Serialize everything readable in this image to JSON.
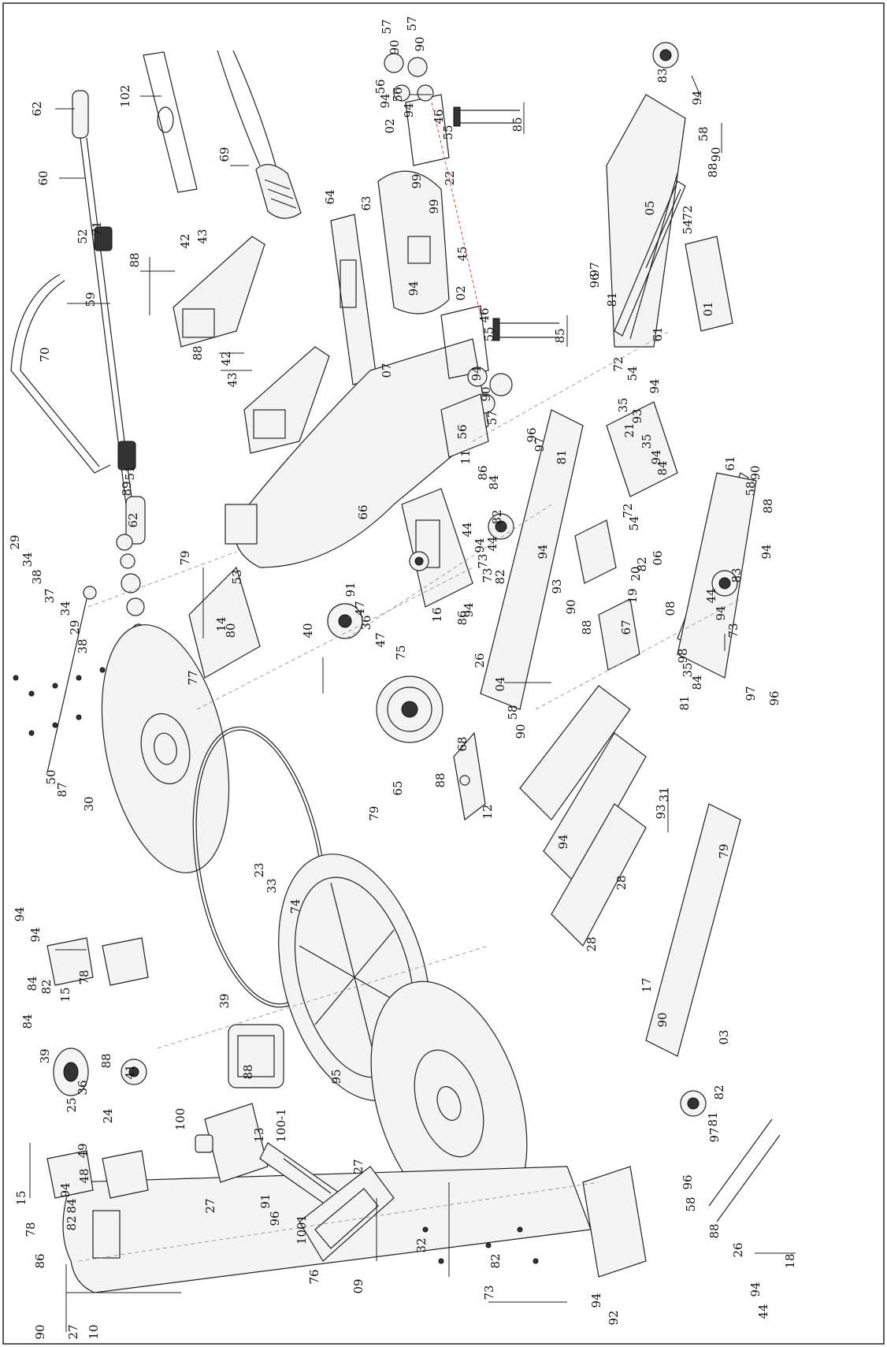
{
  "diagram": {
    "type": "exploded-parts-diagram",
    "labels": [
      {
        "text": "62"
      },
      {
        "text": "102"
      },
      {
        "text": "69"
      },
      {
        "text": "60"
      },
      {
        "text": "52"
      },
      {
        "text": "71"
      },
      {
        "text": "59"
      },
      {
        "text": "88"
      },
      {
        "text": "42"
      },
      {
        "text": "43"
      },
      {
        "text": "88"
      },
      {
        "text": "42"
      },
      {
        "text": "43"
      },
      {
        "text": "70"
      },
      {
        "text": "51"
      },
      {
        "text": "89"
      },
      {
        "text": "62"
      },
      {
        "text": "29"
      },
      {
        "text": "34"
      },
      {
        "text": "38"
      },
      {
        "text": "37"
      },
      {
        "text": "34"
      },
      {
        "text": "29"
      },
      {
        "text": "38"
      },
      {
        "text": "79"
      },
      {
        "text": "14"
      },
      {
        "text": "77"
      },
      {
        "text": "53"
      },
      {
        "text": "80"
      },
      {
        "text": "07"
      },
      {
        "text": "64"
      },
      {
        "text": "63"
      },
      {
        "text": "57"
      },
      {
        "text": "90"
      },
      {
        "text": "56"
      },
      {
        "text": "94"
      },
      {
        "text": "57"
      },
      {
        "text": "90"
      },
      {
        "text": "56"
      },
      {
        "text": "94"
      },
      {
        "text": "02"
      },
      {
        "text": "46"
      },
      {
        "text": "55"
      },
      {
        "text": "85"
      },
      {
        "text": "99"
      },
      {
        "text": "22"
      },
      {
        "text": "99"
      },
      {
        "text": "45"
      },
      {
        "text": "94"
      },
      {
        "text": "02"
      },
      {
        "text": "46"
      },
      {
        "text": "55"
      },
      {
        "text": "85"
      },
      {
        "text": "56"
      },
      {
        "text": "94"
      },
      {
        "text": "90"
      },
      {
        "text": "57"
      },
      {
        "text": "96"
      },
      {
        "text": "97"
      },
      {
        "text": "81"
      },
      {
        "text": "11"
      },
      {
        "text": "86"
      },
      {
        "text": "84"
      },
      {
        "text": "66"
      },
      {
        "text": "44"
      },
      {
        "text": "94"
      },
      {
        "text": "73"
      },
      {
        "text": "83"
      },
      {
        "text": "94"
      },
      {
        "text": "58"
      },
      {
        "text": "90"
      },
      {
        "text": "88"
      },
      {
        "text": "05"
      },
      {
        "text": "72"
      },
      {
        "text": "54"
      },
      {
        "text": "97"
      },
      {
        "text": "96"
      },
      {
        "text": "81"
      },
      {
        "text": "61"
      },
      {
        "text": "01"
      },
      {
        "text": "72"
      },
      {
        "text": "54"
      },
      {
        "text": "94"
      },
      {
        "text": "35"
      },
      {
        "text": "93"
      },
      {
        "text": "21"
      },
      {
        "text": "35"
      },
      {
        "text": "94"
      },
      {
        "text": "84"
      },
      {
        "text": "72"
      },
      {
        "text": "54"
      },
      {
        "text": "61"
      },
      {
        "text": "90"
      },
      {
        "text": "58"
      },
      {
        "text": "88"
      },
      {
        "text": "94"
      },
      {
        "text": "83"
      },
      {
        "text": "44"
      },
      {
        "text": "94"
      },
      {
        "text": "73"
      },
      {
        "text": "06"
      },
      {
        "text": "50"
      },
      {
        "text": "87"
      },
      {
        "text": "30"
      },
      {
        "text": "40"
      },
      {
        "text": "91"
      },
      {
        "text": "47"
      },
      {
        "text": "36"
      },
      {
        "text": "47"
      },
      {
        "text": "75"
      },
      {
        "text": "16"
      },
      {
        "text": "86"
      },
      {
        "text": "94"
      },
      {
        "text": "73"
      },
      {
        "text": "82"
      },
      {
        "text": "44"
      },
      {
        "text": "82"
      },
      {
        "text": "94"
      },
      {
        "text": "93"
      },
      {
        "text": "90"
      },
      {
        "text": "88"
      },
      {
        "text": "26"
      },
      {
        "text": "04"
      },
      {
        "text": "58"
      },
      {
        "text": "90"
      },
      {
        "text": "65"
      },
      {
        "text": "88"
      },
      {
        "text": "68"
      },
      {
        "text": "12"
      },
      {
        "text": "79"
      },
      {
        "text": "23"
      },
      {
        "text": "33"
      },
      {
        "text": "74"
      },
      {
        "text": "95"
      },
      {
        "text": "32"
      },
      {
        "text": "31"
      },
      {
        "text": "93"
      },
      {
        "text": "79"
      },
      {
        "text": "94"
      },
      {
        "text": "28"
      },
      {
        "text": "28"
      },
      {
        "text": "17"
      },
      {
        "text": "90"
      },
      {
        "text": "03"
      },
      {
        "text": "82"
      },
      {
        "text": "81"
      },
      {
        "text": "97"
      },
      {
        "text": "96"
      },
      {
        "text": "58"
      },
      {
        "text": "88"
      },
      {
        "text": "26"
      },
      {
        "text": "94"
      },
      {
        "text": "44"
      },
      {
        "text": "82"
      },
      {
        "text": "94"
      },
      {
        "text": "73"
      },
      {
        "text": "92"
      },
      {
        "text": "86"
      },
      {
        "text": "90"
      },
      {
        "text": "18"
      },
      {
        "text": "08"
      },
      {
        "text": "82"
      },
      {
        "text": "67"
      },
      {
        "text": "19"
      },
      {
        "text": "20"
      },
      {
        "text": "98"
      },
      {
        "text": "35"
      },
      {
        "text": "84"
      },
      {
        "text": "97"
      },
      {
        "text": "96"
      },
      {
        "text": "81"
      },
      {
        "text": "94"
      },
      {
        "text": "94"
      },
      {
        "text": "84"
      },
      {
        "text": "82"
      },
      {
        "text": "15"
      },
      {
        "text": "78"
      },
      {
        "text": "84"
      },
      {
        "text": "39"
      },
      {
        "text": "88"
      },
      {
        "text": "41"
      },
      {
        "text": "36"
      },
      {
        "text": "25"
      },
      {
        "text": "24"
      },
      {
        "text": "49"
      },
      {
        "text": "48"
      },
      {
        "text": "94"
      },
      {
        "text": "15"
      },
      {
        "text": "84"
      },
      {
        "text": "82"
      },
      {
        "text": "78"
      },
      {
        "text": "39"
      },
      {
        "text": "88"
      },
      {
        "text": "100"
      },
      {
        "text": "13"
      },
      {
        "text": "100-1"
      },
      {
        "text": "91"
      },
      {
        "text": "27"
      },
      {
        "text": "27"
      },
      {
        "text": "96"
      },
      {
        "text": "1001"
      },
      {
        "text": "76"
      },
      {
        "text": "09"
      },
      {
        "text": "27"
      },
      {
        "text": "10"
      }
    ]
  }
}
